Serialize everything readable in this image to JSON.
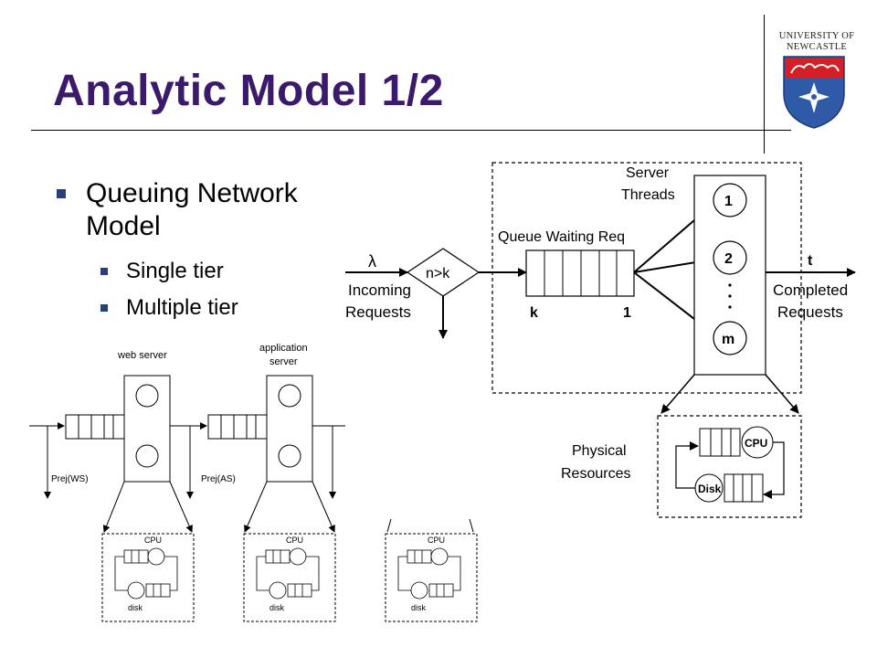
{
  "slide": {
    "title": "Analytic Model 1/2",
    "university_lines": [
      "UNIVERSITY OF",
      "NEWCASTLE"
    ]
  },
  "bullets": {
    "level1": [
      "Queuing Network",
      "Model"
    ],
    "level2": [
      "Single tier",
      "Multiple tier"
    ]
  },
  "queue_diagram": {
    "lambda": "λ",
    "incoming": [
      "Incoming",
      "Requests"
    ],
    "condition": "n>k",
    "queue_label": "Queue Waiting Req",
    "queue_k": "k",
    "queue_1": "1",
    "server_threads": [
      "Server",
      "Threads"
    ],
    "threads": [
      "1",
      "2",
      "m"
    ],
    "t_label": "t",
    "completed": [
      "Completed",
      "Requests"
    ],
    "physical": [
      "Physical",
      "Resources"
    ],
    "cpu": "CPU",
    "disk": "Disk"
  },
  "multi_tier": {
    "web_server": "web server",
    "app_server": [
      "application",
      "server"
    ],
    "prej_ws": "Prej(WS)",
    "prej_as": "Prej(AS)",
    "cpu": "CPU",
    "disk": "disk"
  },
  "colors": {
    "title": "#3b1a6b",
    "bullet": "#2a3f7a",
    "shield_red": "#d41f26",
    "shield_blue": "#2f5aa8"
  }
}
